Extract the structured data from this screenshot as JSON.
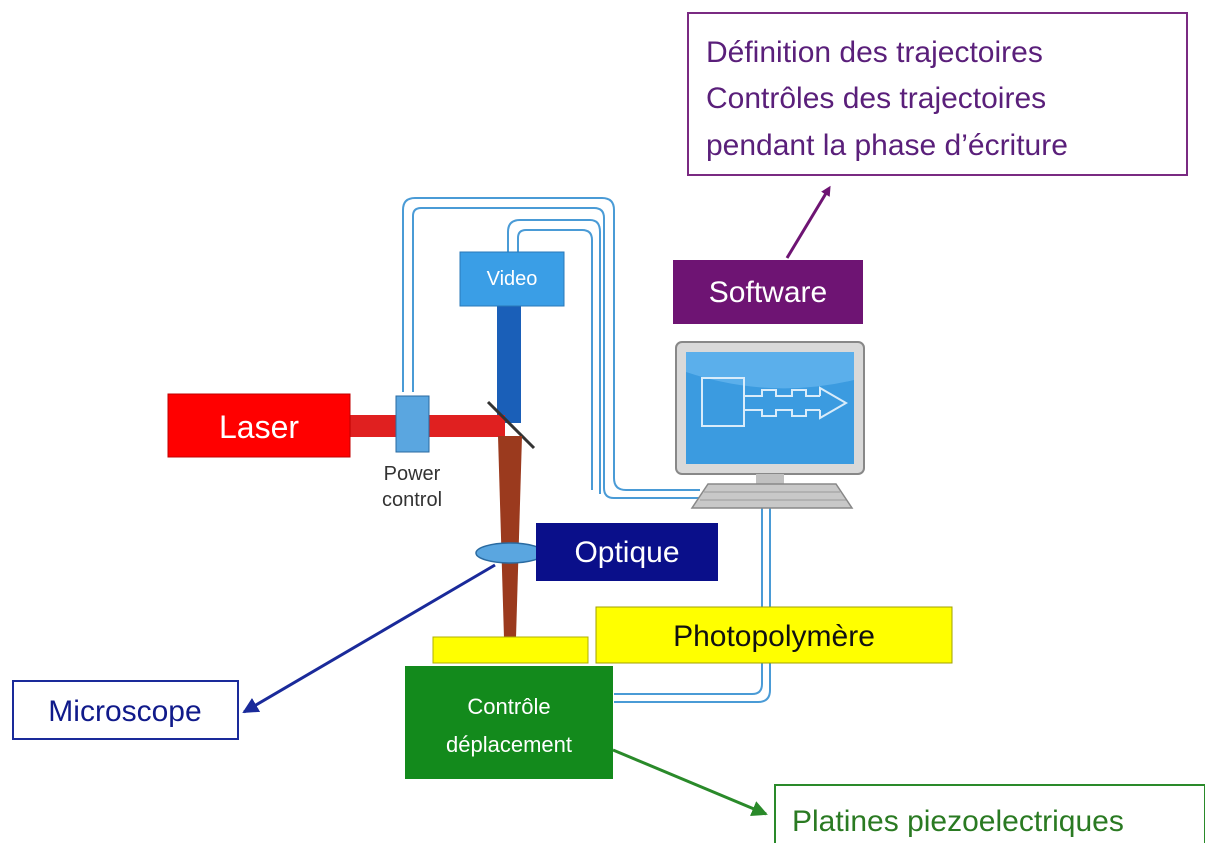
{
  "colors": {
    "wire": "#4a9bd6",
    "laser_box": "#ff0000",
    "laser_beam": "#e02020",
    "video_box": "#3a9ee6",
    "video_beam": "#1a5fb8",
    "write_beam": "#9b3a1e",
    "software_box": "#6e1473",
    "optique_box": "#0a0f8a",
    "photopolymer": "#ffff00",
    "control_box": "#138a1c",
    "info_text": "#5a1f7a",
    "microscope_text": "#101a8a",
    "platines_text": "#2a7a22",
    "arrow_purple": "#6e1473",
    "arrow_blue": "#1a2a9a",
    "arrow_green": "#2a8a2a"
  },
  "software_info": {
    "lines": [
      "Définition des trajectoires",
      "Contrôles des trajectoires",
      "pendant la phase d’écriture"
    ]
  },
  "software": {
    "label": "Software"
  },
  "video": {
    "label": "Video"
  },
  "laser": {
    "label": "Laser"
  },
  "power_control": {
    "line1": "Power",
    "line2": "control"
  },
  "optique": {
    "label": "Optique"
  },
  "photopolymer": {
    "label": "Photopolymère"
  },
  "control": {
    "line1": "Contrôle",
    "line2": "déplacement"
  },
  "microscope": {
    "label": "Microscope"
  },
  "platines": {
    "label": "Platines piezoelectriques"
  },
  "computer": {
    "icon": "computer-monitor-icon",
    "keyboard_icon": "keyboard-icon"
  }
}
